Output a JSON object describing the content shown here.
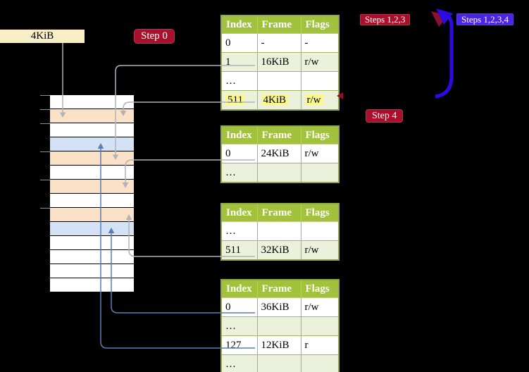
{
  "labels": {
    "frame_4kib": "4KiB",
    "step0": "Step 0",
    "steps123": "Steps 1,2,3",
    "steps1234": "Steps 1,2,3,4",
    "step4": "Step 4"
  },
  "colors": {
    "background": "#000000",
    "badge_crimson": "#a8102c",
    "badge_blue": "#4b24e4",
    "big_arrow_blue": "#2b0be0",
    "hidden_arrow_red": "#8e1030",
    "connector_gray": "#b0b3b9",
    "connector_blue": "#5a7db2",
    "table_header_green": "#a2c13d",
    "table_row_green": "#ebf1da",
    "highlight_yellow": "#fbf894",
    "memory_frame_peach": "#fbe2c6",
    "memory_frame_blue": "#d3e2f4",
    "frame_label_cream": "#f9efc6"
  },
  "memory": {
    "cells": [
      {
        "css": "mcell c-white"
      },
      {
        "css": "mcell c-peach"
      },
      {
        "css": "mcell c-white"
      },
      {
        "css": "mcell c-blue"
      },
      {
        "css": "mcell c-peach"
      },
      {
        "css": "mcell c-white"
      },
      {
        "css": "mcell c-peach"
      },
      {
        "css": "mcell c-white"
      },
      {
        "css": "mcell c-peach"
      },
      {
        "css": "mcell c-blue"
      },
      {
        "css": "mcell c-white"
      },
      {
        "css": "mcell c-white"
      },
      {
        "css": "mcell c-white"
      },
      {
        "css": "mcell c-white"
      }
    ]
  },
  "tables": [
    {
      "headers": [
        "Index",
        "Frame",
        "Flags"
      ],
      "rows": [
        {
          "cells": [
            "0",
            "-",
            "-"
          ]
        },
        {
          "cells": [
            "1",
            "16KiB",
            "r/w"
          ]
        },
        {
          "cells": [
            "…",
            "",
            ""
          ]
        },
        {
          "cells": [
            "511",
            "4KiB",
            "r/w"
          ]
        }
      ]
    },
    {
      "headers": [
        "Index",
        "Frame",
        "Flags"
      ],
      "rows": [
        {
          "cells": [
            "0",
            "24KiB",
            "r/w"
          ]
        },
        {
          "cells": [
            "…",
            "",
            ""
          ]
        }
      ]
    },
    {
      "headers": [
        "Index",
        "Frame",
        "Flags"
      ],
      "rows": [
        {
          "cells": [
            "…",
            "",
            ""
          ]
        },
        {
          "cells": [
            "511",
            "32KiB",
            "r/w"
          ]
        }
      ]
    },
    {
      "headers": [
        "Index",
        "Frame",
        "Flags"
      ],
      "rows": [
        {
          "cells": [
            "0",
            "36KiB",
            "r/w"
          ]
        },
        {
          "cells": [
            "…",
            "",
            ""
          ]
        },
        {
          "cells": [
            "127",
            "12KiB",
            "r"
          ]
        },
        {
          "cells": [
            "…",
            "",
            ""
          ]
        }
      ]
    }
  ]
}
